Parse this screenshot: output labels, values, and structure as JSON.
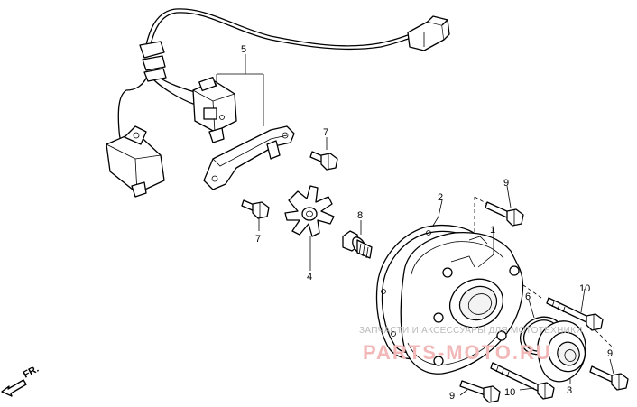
{
  "callouts": {
    "c1": "1",
    "c2": "2",
    "c3": "3",
    "c4": "4",
    "c5": "5",
    "c6": "6",
    "c7a": "7",
    "c7b": "7",
    "c8": "8",
    "c9a": "9",
    "c9b": "9",
    "c9c": "9",
    "c10a": "10",
    "c10b": "10"
  },
  "direction_label": "FR.",
  "watermark": {
    "subtitle": "ЗАПЧАСТИ И АКСЕССУАРЫ ДЛЯ МОТОТЕХНИКИ",
    "brand": "PARTS-MOTO.RU"
  }
}
